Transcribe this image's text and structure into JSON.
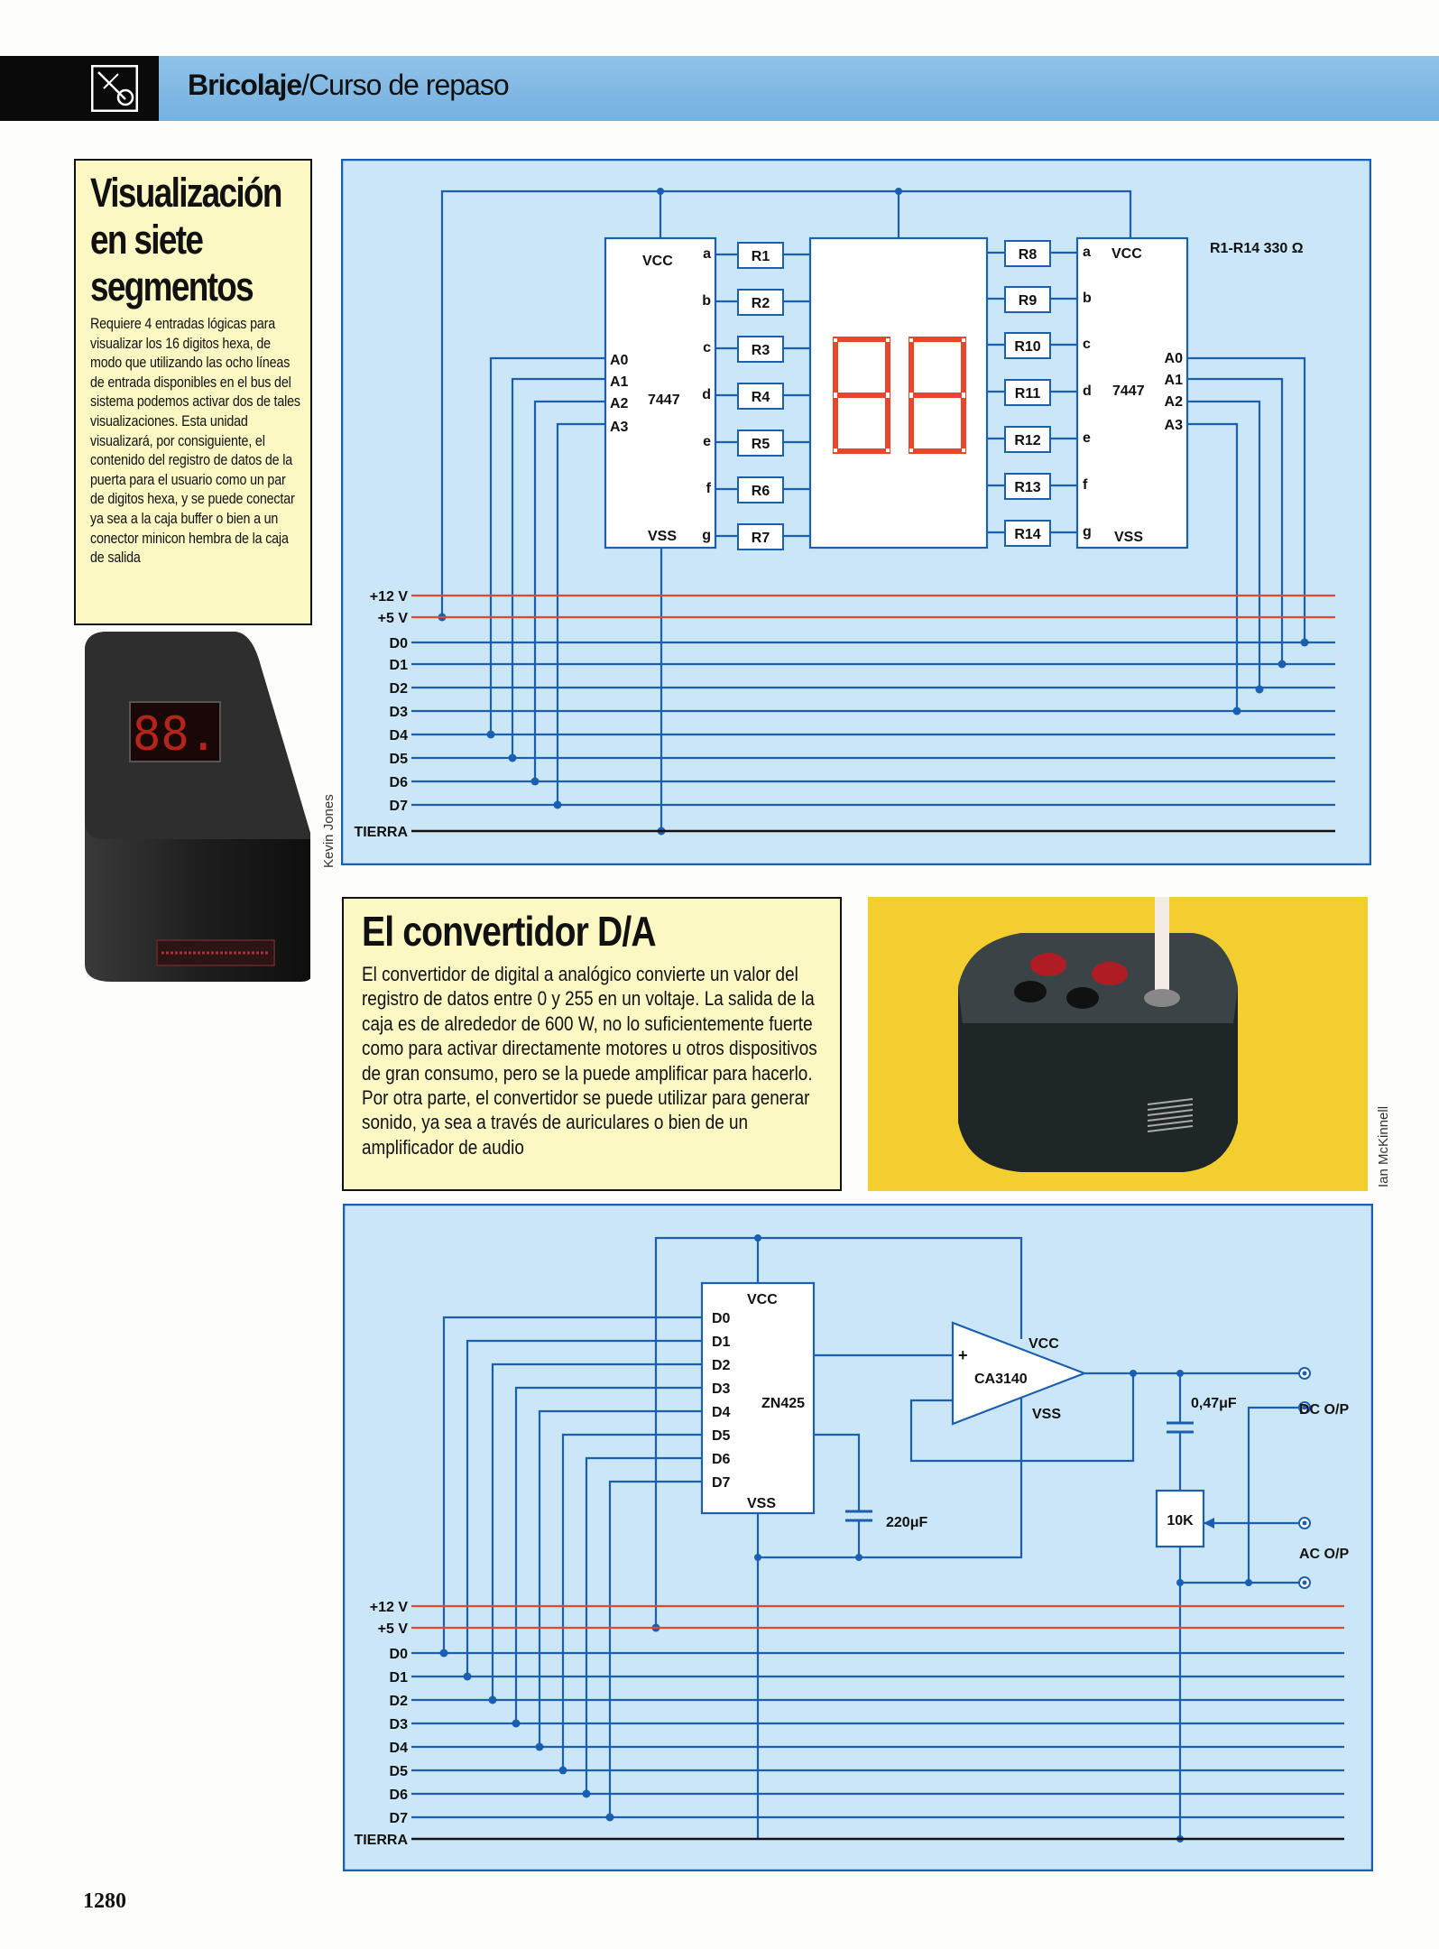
{
  "header": {
    "section": "Bricolaje",
    "separator": "/",
    "subsection": "Curso de repaso",
    "icon": "pen-nib-icon"
  },
  "seven_segment": {
    "title_lines": [
      "Visualización",
      "en siete",
      "segmentos"
    ],
    "text": "Requiere 4 entradas lógicas para visualizar los 16 digitos hexa, de modo que utilizando las ocho líneas de entrada disponibles en el bus del sistema podemos activar dos de tales visualizaciones. Esta unidad visualizará, por consiguiente, el contenido del registro de datos de la puerta para el usuario como un par de digitos hexa, y se puede conectar ya sea a la caja buffer o bien a un conector minicon hembra de la caja de salida",
    "photo_display": "88.",
    "credit": "Kevin Jones"
  },
  "circuit1": {
    "chip": "7447",
    "pin_vcc": "VCC",
    "pin_vss": "VSS",
    "address_pins": [
      "A0",
      "A1",
      "A2",
      "A3"
    ],
    "segment_pins": [
      "a",
      "b",
      "c",
      "d",
      "e",
      "f",
      "g"
    ],
    "resistors_left": [
      "R1",
      "R2",
      "R3",
      "R4",
      "R5",
      "R6",
      "R7"
    ],
    "resistors_right": [
      "R8",
      "R9",
      "R10",
      "R11",
      "R12",
      "R13",
      "R14"
    ],
    "resistor_note": "R1-R14 330 Ω",
    "display_digits": "88",
    "bus_labels": [
      "+12 V",
      "+5 V",
      "D0",
      "D1",
      "D2",
      "D3",
      "D4",
      "D5",
      "D6",
      "D7",
      "TIERRA"
    ]
  },
  "da_converter": {
    "title": "El convertidor D/A",
    "text": "El convertidor de digital a analógico convierte un valor del registro de datos entre 0 y 255 en un voltaje. La salida de la caja es de alrededor de 600 W, no lo suficientemente fuerte como para activar directamente motores u otros dispositivos de gran consumo, pero se la puede amplificar para hacerlo. Por otra parte, el convertidor se puede utilizar para generar sonido, ya sea a través de auriculares o bien de un amplificador de audio",
    "credit": "Ian McKinnell"
  },
  "circuit2": {
    "dac_chip": "ZN425",
    "opamp": "CA3140",
    "pin_vcc": "VCC",
    "pin_vss": "VSS",
    "dac_inputs": [
      "D0",
      "D1",
      "D2",
      "D3",
      "D4",
      "D5",
      "D6",
      "D7"
    ],
    "capacitor1": "220μF",
    "capacitor2": "0,47μF",
    "potentiometer": "10K",
    "out_dc": "DC O/P",
    "out_ac": "AC O/P",
    "plus_sign": "+",
    "bus_labels": [
      "+12 V",
      "+5 V",
      "D0",
      "D1",
      "D2",
      "D3",
      "D4",
      "D5",
      "D6",
      "D7",
      "TIERRA"
    ]
  },
  "colors": {
    "header_blue": "#7fb8e4",
    "panel_blue": "#cbe7f7",
    "wire_blue": "#1b5fb0",
    "wire_red": "#e04a2f",
    "segment_red": "#e8462a",
    "note_yellow": "#fbf8c4",
    "photo_yellow": "#f2cf2e"
  },
  "page": {
    "number": "1280"
  }
}
